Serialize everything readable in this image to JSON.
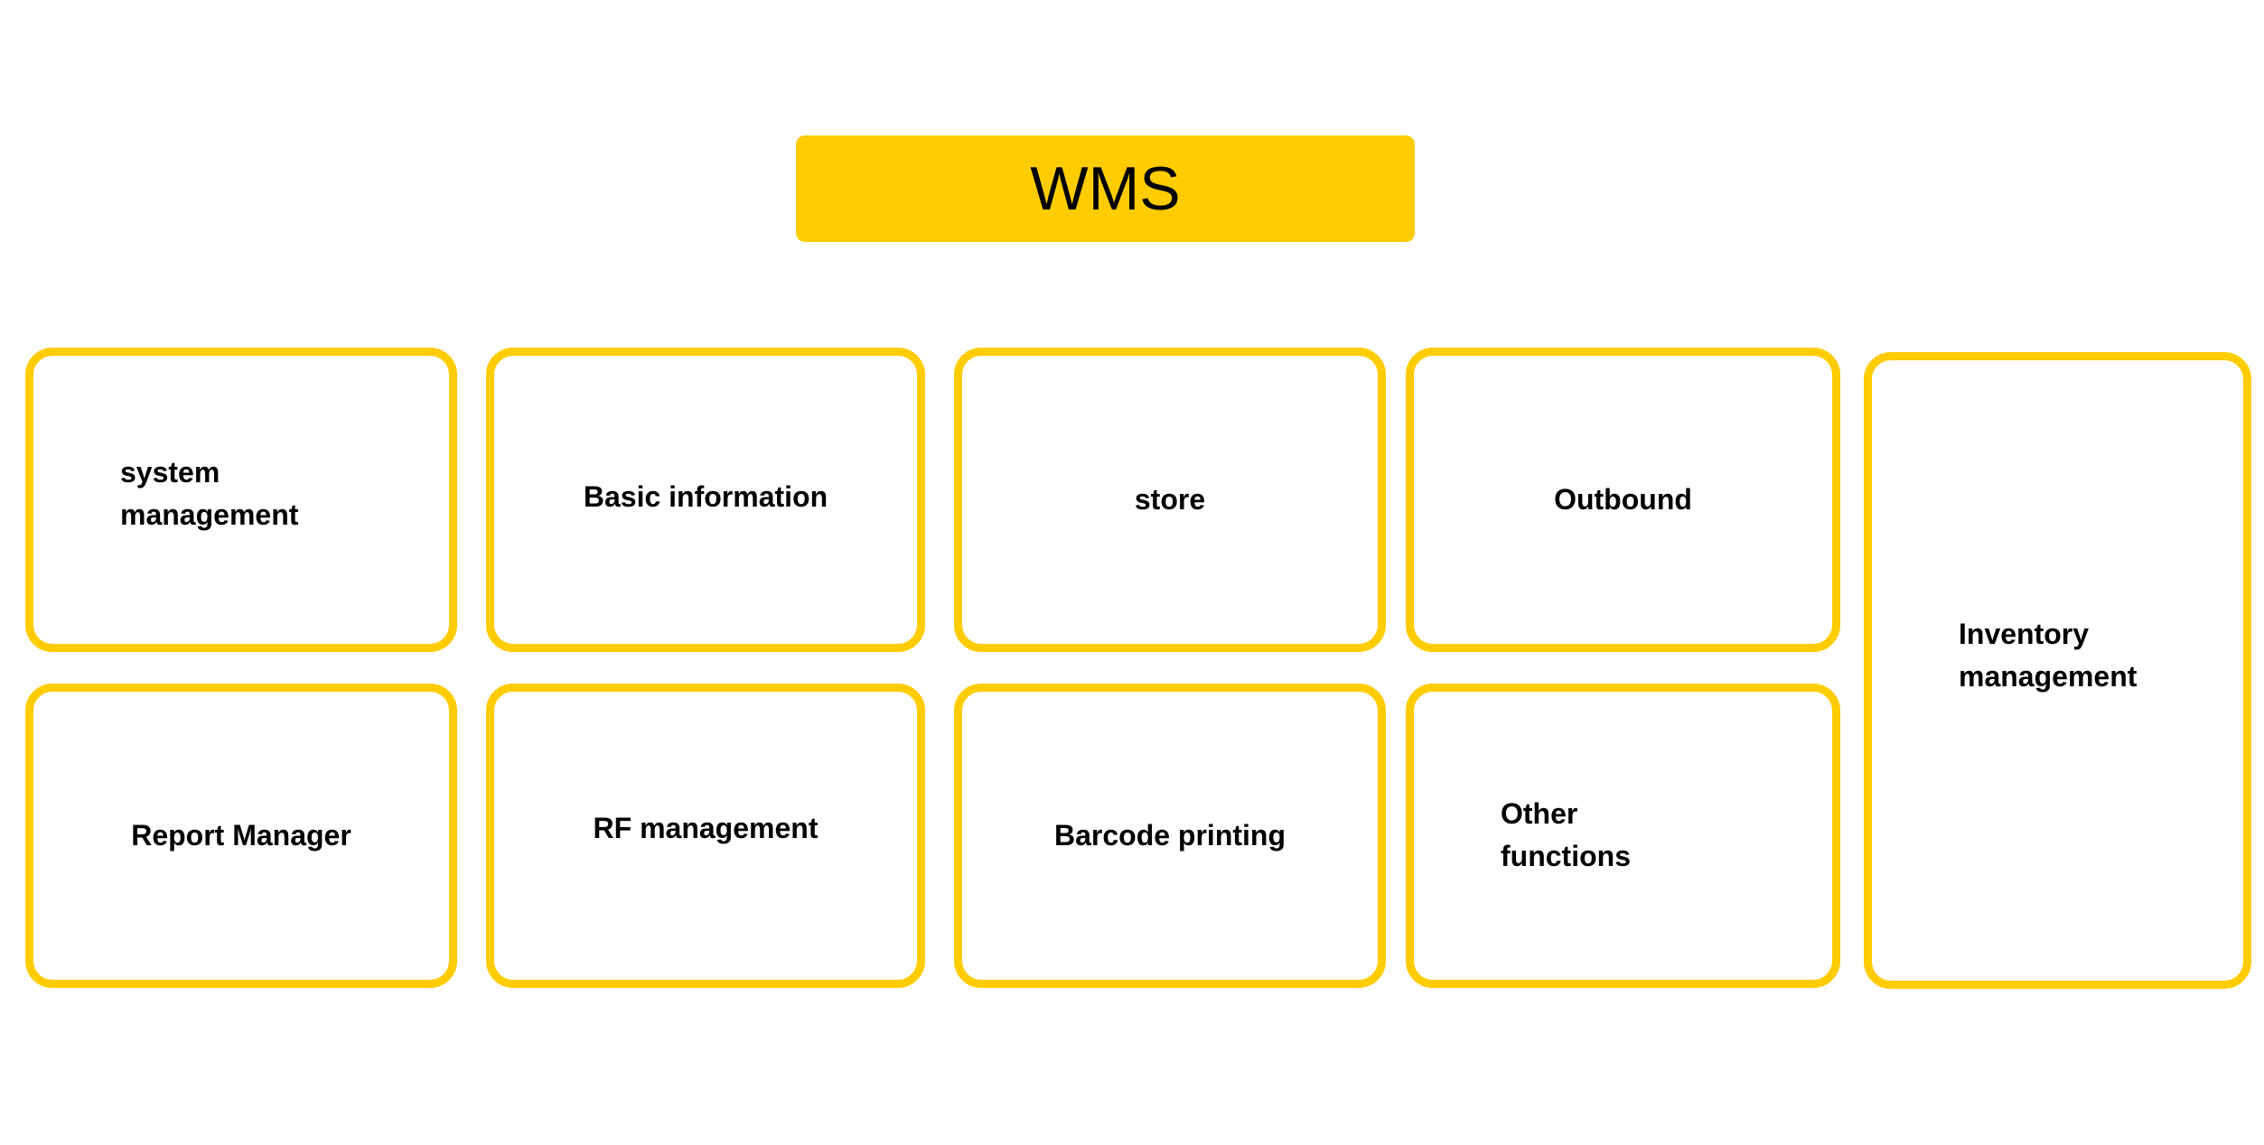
{
  "diagram": {
    "title": {
      "label": "WMS",
      "fill_color": "#FFCC00",
      "text_color": "#000000"
    },
    "style": {
      "accent_color": "#FFCC00",
      "card_background": "#FFFFFF",
      "label_color": "#000000",
      "page_background": "#FFFFFF"
    },
    "modules": [
      {
        "label": "system\nmanagement",
        "align": "left",
        "row": 1,
        "column": 1
      },
      {
        "label": "Basic information",
        "align": "center",
        "row": 1,
        "column": 2
      },
      {
        "label": "store",
        "align": "center",
        "row": 1,
        "column": 3
      },
      {
        "label": "Outbound",
        "align": "center",
        "row": 1,
        "column": 4
      },
      {
        "label": "Report Manager",
        "align": "center",
        "row": 2,
        "column": 1
      },
      {
        "label": "RF management",
        "align": "center",
        "row": 2,
        "column": 2
      },
      {
        "label": "Barcode printing",
        "align": "center",
        "row": 2,
        "column": 3
      },
      {
        "label": "Other\nfunctions",
        "align": "left",
        "row": 2,
        "column": 4
      }
    ],
    "spanning_module": {
      "label": "Inventory\nmanagement",
      "align": "left",
      "spans_rows": "1-2",
      "column": 5
    }
  }
}
